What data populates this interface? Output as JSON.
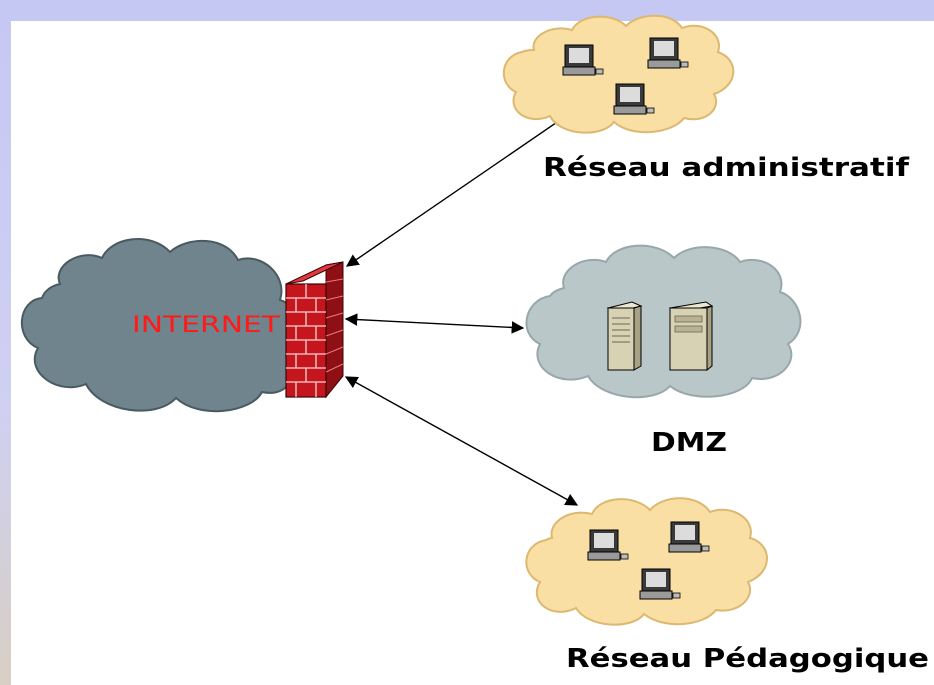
{
  "labels": {
    "internet": "INTERNET",
    "admin": "Réseau administratif",
    "dmz": "DMZ",
    "peda": "Réseau Pédagogique"
  },
  "icons": [
    "cloud-icon",
    "firewall-icon",
    "computer-icon",
    "server-icon",
    "double-arrow-icon"
  ],
  "colors": {
    "internet_cloud": "#6f848c",
    "dmz_cloud": "#b9c7c9",
    "lan_cloud": "#f9dfa3",
    "firewall": "#c4161c",
    "internet_text": "#ff1a1a"
  }
}
